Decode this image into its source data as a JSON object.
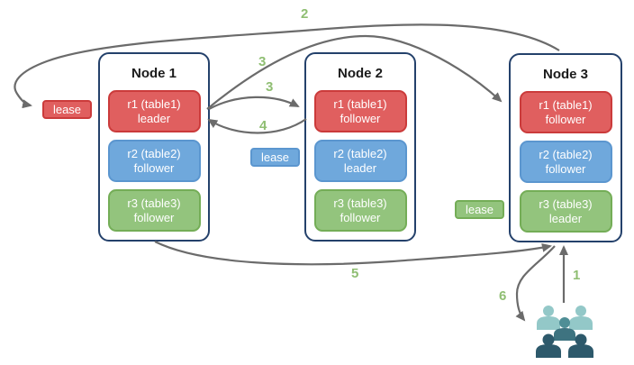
{
  "palette": {
    "red_fill": "#e05f5f",
    "red_border": "#cb3b3b",
    "blue_fill": "#6fa8dc",
    "blue_border": "#5b96cf",
    "green_fill": "#93c47d",
    "green_border": "#74ad57",
    "node_border": "#24416b",
    "arrow": "#6b6b6b",
    "step_number": "#8fbe72",
    "users_light": "#93c8c8",
    "users_medium": "#4f8e96",
    "users_dark": "#2d596b"
  },
  "nodes": [
    {
      "title": "Node 1",
      "replicas": [
        {
          "name": "r1 (table1)",
          "role": "leader",
          "color": "red"
        },
        {
          "name": "r2 (table2)",
          "role": "follower",
          "color": "blue"
        },
        {
          "name": "r3 (table3)",
          "role": "follower",
          "color": "green"
        }
      ]
    },
    {
      "title": "Node 2",
      "replicas": [
        {
          "name": "r1 (table1)",
          "role": "follower",
          "color": "red"
        },
        {
          "name": "r2 (table2)",
          "role": "leader",
          "color": "blue"
        },
        {
          "name": "r3 (table3)",
          "role": "follower",
          "color": "green"
        }
      ]
    },
    {
      "title": "Node 3",
      "replicas": [
        {
          "name": "r1 (table1)",
          "role": "follower",
          "color": "red"
        },
        {
          "name": "r2 (table2)",
          "role": "follower",
          "color": "blue"
        },
        {
          "name": "r3 (table3)",
          "role": "leader",
          "color": "green"
        }
      ]
    }
  ],
  "leases": [
    {
      "label": "lease",
      "color": "red"
    },
    {
      "label": "lease",
      "color": "blue"
    },
    {
      "label": "lease",
      "color": "green"
    }
  ],
  "steps": {
    "s1": "1",
    "s2": "2",
    "s3a": "3",
    "s3b": "3",
    "s4": "4",
    "s5": "5",
    "s6": "6"
  },
  "users_icon": "users-group"
}
